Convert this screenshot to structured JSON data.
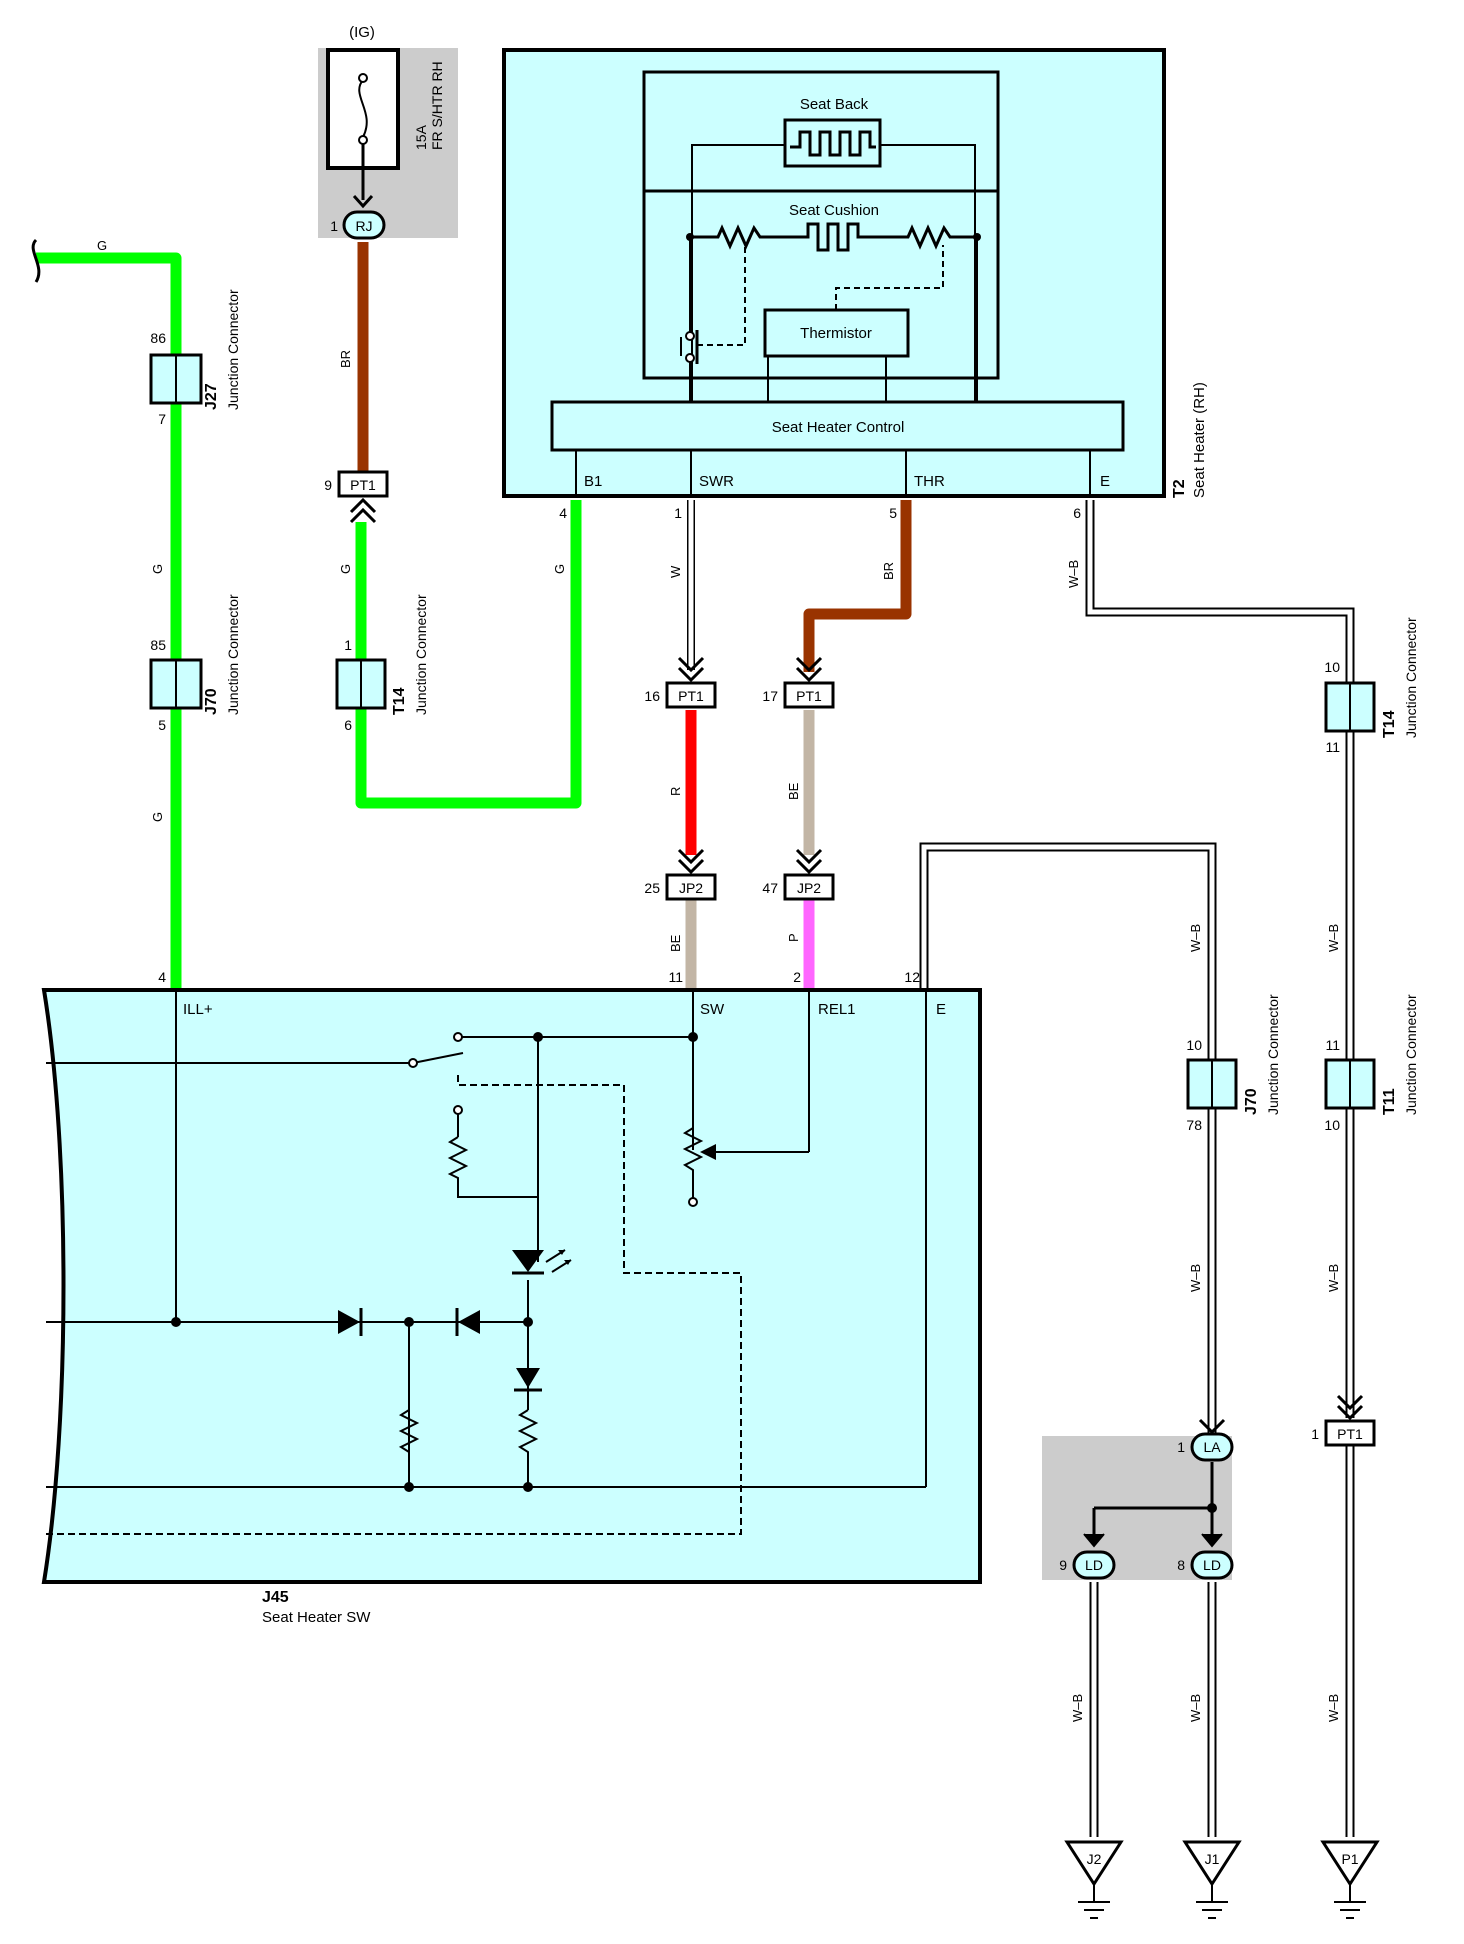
{
  "colors": {
    "green": "#00ff00",
    "brown": "#993300",
    "red": "#ff0000",
    "beige": "#c2b5a5",
    "pink": "#ff66ff",
    "module_fill": "#ccffff",
    "fuse_bg": "#cccccc"
  },
  "fuse": {
    "ig": "(IG)",
    "rating": "15A",
    "name": "FR S/HTR RH"
  },
  "seat_heater": {
    "id": "T2",
    "name": "Seat Heater (RH)",
    "seat_back": "Seat Back",
    "seat_cushion": "Seat Cushion",
    "thermistor": "Thermistor",
    "control": "Seat Heater Control",
    "pins": {
      "b1": "B1",
      "swr": "SWR",
      "thr": "THR",
      "e": "E"
    },
    "pin_numbers": {
      "b1": "4",
      "swr": "1",
      "thr": "5",
      "e": "6"
    }
  },
  "switch": {
    "id": "J45",
    "name": "Seat Heater SW",
    "pins": {
      "ill": "ILL+",
      "sw": "SW",
      "rel1": "REL1",
      "e": "E"
    },
    "pin_numbers": {
      "ill": "4",
      "sw": "11",
      "rel1": "2",
      "e": "12"
    }
  },
  "junction_label": "Junction Connector",
  "junctions": {
    "j27": {
      "id": "J27",
      "top": "86",
      "bottom": "7"
    },
    "j70a": {
      "id": "J70",
      "top": "85",
      "bottom": "5"
    },
    "t14a": {
      "id": "T14",
      "top": "1",
      "bottom": "6"
    },
    "t14b": {
      "id": "T14",
      "top": "10",
      "bottom": "11"
    },
    "j70b": {
      "id": "J70",
      "top": "10",
      "bottom": "78"
    },
    "t11": {
      "id": "T11",
      "top": "11",
      "bottom": "10"
    }
  },
  "connectors": {
    "rj": {
      "id": "RJ",
      "pin": "1"
    },
    "pt1_9": {
      "id": "PT1",
      "pin": "9"
    },
    "pt1_16": {
      "id": "PT1",
      "pin": "16"
    },
    "pt1_17": {
      "id": "PT1",
      "pin": "17"
    },
    "jp2_25": {
      "id": "JP2",
      "pin": "25"
    },
    "jp2_47": {
      "id": "JP2",
      "pin": "47"
    },
    "la": {
      "id": "LA",
      "pin": "1"
    },
    "ld9": {
      "id": "LD",
      "pin": "9"
    },
    "ld8": {
      "id": "LD",
      "pin": "8"
    },
    "pt1_1": {
      "id": "PT1",
      "pin": "1"
    }
  },
  "wire_labels": {
    "g": "G",
    "br": "BR",
    "w": "W",
    "r": "R",
    "be": "BE",
    "p": "P",
    "wb": "W–B"
  },
  "grounds": {
    "j2": "J2",
    "j1": "J1",
    "p1": "P1"
  }
}
